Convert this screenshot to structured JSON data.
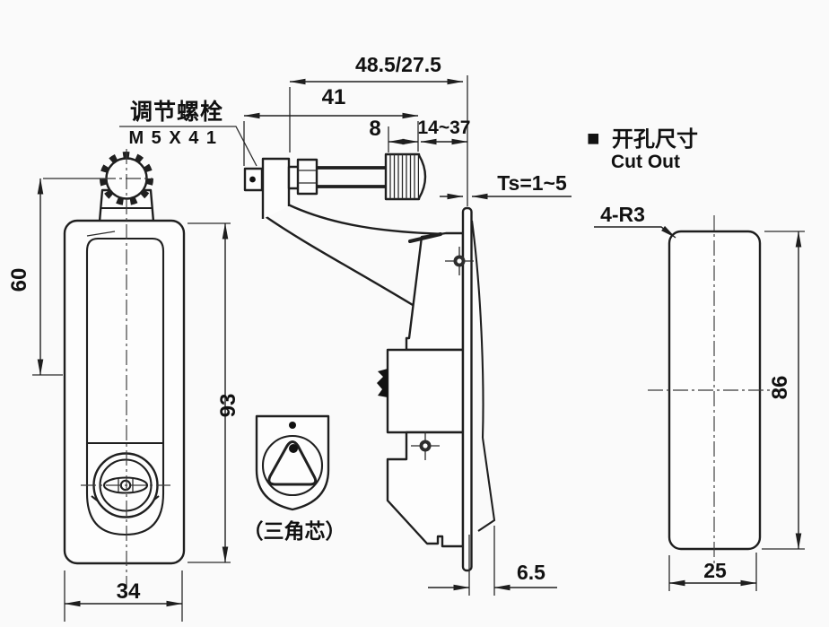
{
  "front_view": {
    "knob_offset": "60",
    "body_height": "93",
    "body_width": "34"
  },
  "side_view": {
    "total_depth": "48.5/27.5",
    "arm_length": "41",
    "knob_len": "8",
    "grip_range": "14~37",
    "panel_thickness": "Ts=1~5",
    "hook_offset": "6.5",
    "adjust_bolt_label": "调节螺栓",
    "adjust_bolt_spec": "M 5 X 4 1"
  },
  "key_detail": {
    "label": "（三角芯）"
  },
  "cutout_view": {
    "bullet": "■",
    "title_cn": "开孔尺寸",
    "title_en": "Cut Out",
    "corner_note": "4-R3",
    "height": "86",
    "width": "25"
  }
}
